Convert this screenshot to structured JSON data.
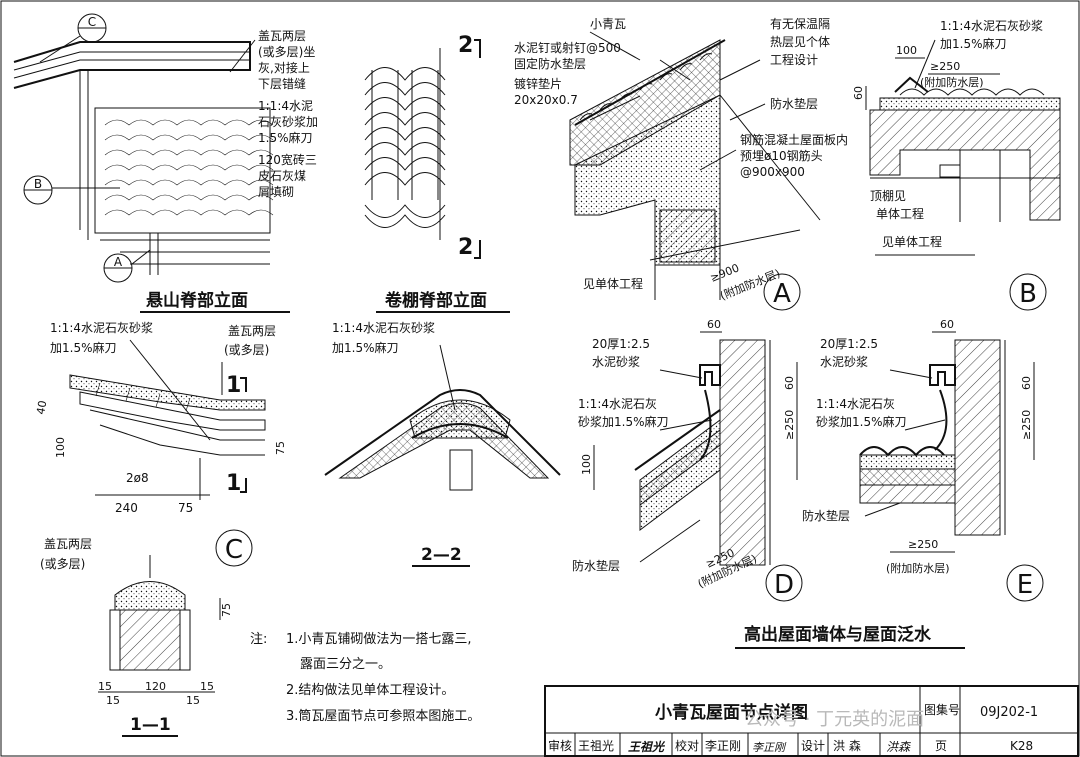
{
  "header": {
    "sheet_title": "小青瓦屋面节点详图",
    "atlas_label": "图集号",
    "atlas_no": "09J202-1",
    "page_label": "页",
    "page_no": "K28",
    "review_label": "审核",
    "reviewer": "王祖光",
    "check_label": "校对",
    "checker": "李正刚",
    "design_label": "设计",
    "designer": "洪 森",
    "sig1": "王祖光",
    "sig2": "李正刚",
    "sig3": "洪森"
  },
  "watermark": "公众号 · 丁元英的泥面",
  "views": {
    "xuanshan": {
      "title": "悬山脊部立面",
      "note": [
        "盖瓦两层",
        "(或多层)坐",
        "灰,对接上",
        "下层错缝",
        "1:1:4水泥",
        "石灰砂浆加",
        "1.5%麻刀",
        "120宽砖三",
        "皮石灰煤",
        "屑填砌"
      ],
      "tag_c": "C",
      "tag_b": "B",
      "tag_a": "A"
    },
    "juanpeng": {
      "title": "卷棚脊部立面",
      "cut_top": "2",
      "cut_bottom": "2"
    },
    "detail_a": {
      "label": "A",
      "notes": [
        "小青瓦",
        "水泥钉或射钉@500",
        "固定防水垫层",
        "镀锌垫片",
        "20x20x0.7",
        "有无保温隔",
        "热层见个体",
        "工程设计",
        "防水垫层",
        "钢筋混凝土屋面板内",
        "预埋ø10钢筋头",
        "@900x900",
        "见单体工程"
      ],
      "dim": "≥900",
      "dim_note": "(附加防水层)"
    },
    "detail_b": {
      "label": "B",
      "notes": [
        "1:1:4水泥石灰砂浆",
        "加1.5%麻刀",
        "顶棚见",
        "单体工程",
        "见单体工程"
      ],
      "dim_100": "100",
      "dim_250": "≥250",
      "dim_note": "(附加防水层)",
      "dim_60": "60"
    },
    "detail_c": {
      "label": "C",
      "notes": [
        "1:1:4水泥石灰砂浆",
        "加1.5%麻刀",
        "盖瓦两层",
        "(或多层)",
        "2ø8"
      ],
      "dims": [
        "40",
        "100",
        "75",
        "240",
        "75"
      ],
      "cut": "1"
    },
    "section_22": {
      "title": "2—2",
      "notes": [
        "1:1:4水泥石灰砂浆",
        "加1.5%麻刀"
      ]
    },
    "section_11": {
      "title": "1—1",
      "notes": [
        "盖瓦两层",
        "(或多层)"
      ],
      "dims": [
        "75",
        "15",
        "120",
        "15",
        "15",
        "15"
      ]
    },
    "detail_d": {
      "label": "D",
      "notes": [
        "20厚1:2.5",
        "水泥砂浆",
        "1:1:4水泥石灰",
        "砂浆加1.5%麻刀",
        "防水垫层"
      ],
      "dims": [
        "60",
        "60",
        "≥250",
        "100",
        "≥250"
      ],
      "dim_note": "(附加防水层)"
    },
    "detail_e": {
      "label": "E",
      "notes": [
        "20厚1:2.5",
        "水泥砂浆",
        "1:1:4水泥石灰",
        "砂浆加1.5%麻刀",
        "防水垫层"
      ],
      "dims": [
        "60",
        "60",
        "≥250",
        "≥250"
      ],
      "dim_note": "(附加防水层)"
    },
    "flashing_title": "高出屋面墙体与屋面泛水"
  },
  "notes": {
    "prefix": "注:",
    "items": [
      "1.小青瓦铺砌做法为一搭七露三,",
      "露面三分之一。",
      "2.结构做法见单体工程设计。",
      "3.筒瓦屋面节点可参照本图施工。"
    ]
  }
}
